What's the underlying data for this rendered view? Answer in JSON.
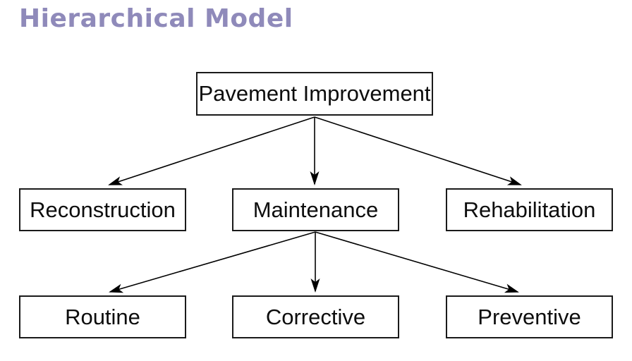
{
  "title": {
    "text": "Hierarchical Model",
    "color": "#8f8aba"
  },
  "diagram": {
    "type": "hierarchy-tree",
    "nodes": {
      "root": {
        "label": "Pavement Improvement"
      },
      "level2": [
        {
          "label": "Reconstruction"
        },
        {
          "label": "Maintenance"
        },
        {
          "label": "Rehabilitation"
        }
      ],
      "level3": [
        {
          "label": "Routine"
        },
        {
          "label": "Corrective"
        },
        {
          "label": "Preventive"
        }
      ]
    },
    "edges": [
      {
        "from": "Pavement Improvement",
        "to": "Reconstruction"
      },
      {
        "from": "Pavement Improvement",
        "to": "Maintenance"
      },
      {
        "from": "Pavement Improvement",
        "to": "Rehabilitation"
      },
      {
        "from": "Maintenance",
        "to": "Routine"
      },
      {
        "from": "Maintenance",
        "to": "Corrective"
      },
      {
        "from": "Maintenance",
        "to": "Preventive"
      }
    ],
    "colors": {
      "box_border": "#1a1a1a",
      "box_fill": "#ffffff",
      "label_text": "#0d0d0d",
      "arrow": "#000000",
      "background": "#ffffff"
    }
  }
}
